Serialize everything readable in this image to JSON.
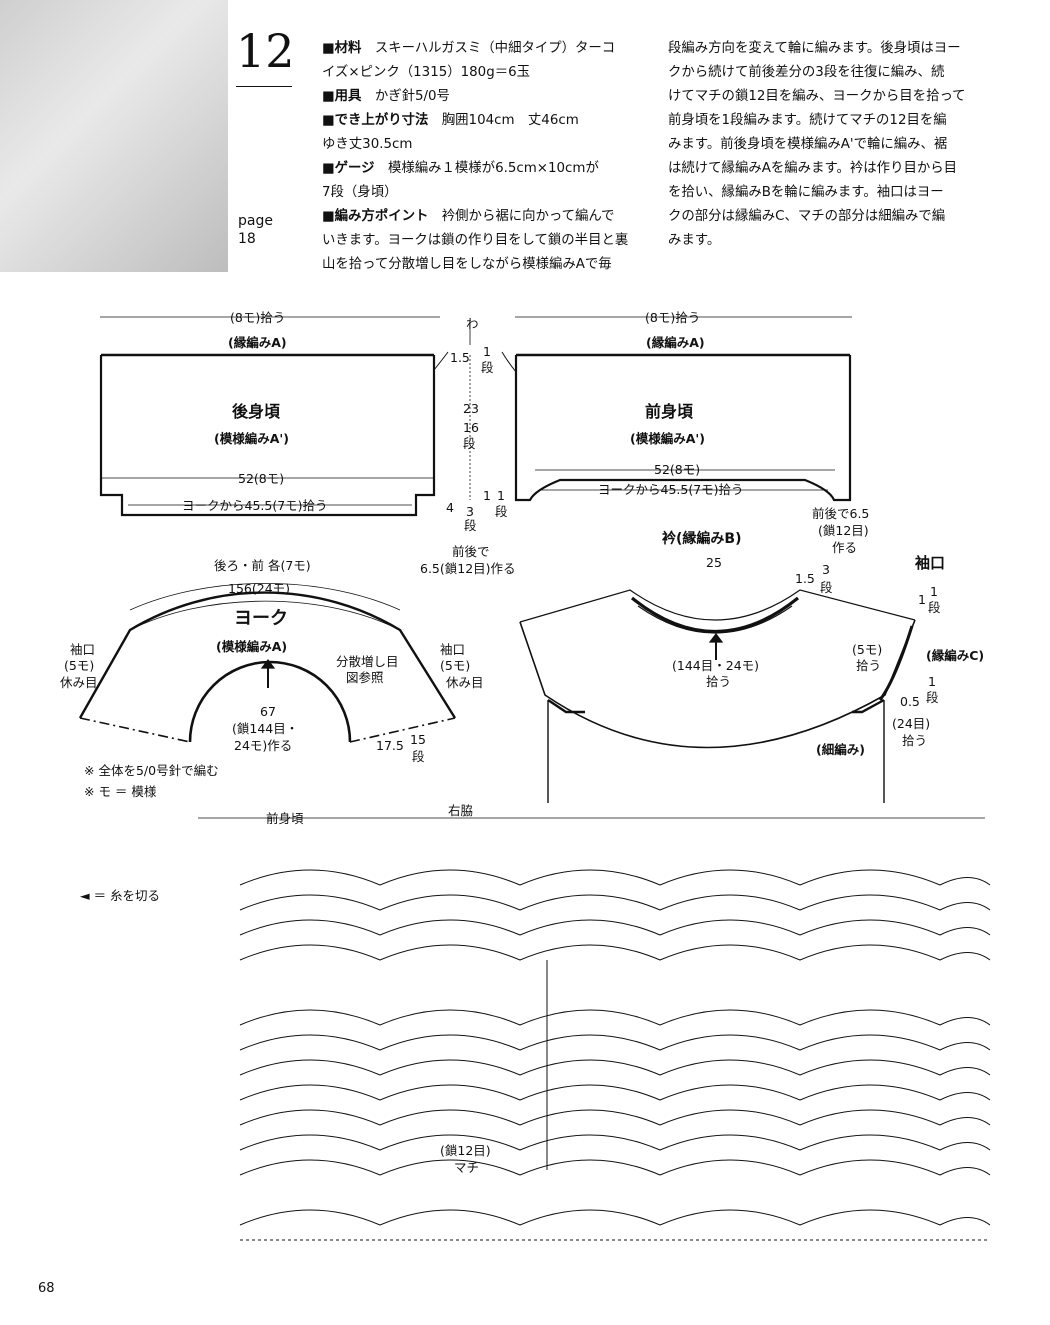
{
  "pattern": {
    "number": "12",
    "page_label": "page",
    "page_ref": "18",
    "lines_col1": [
      {
        "label": "■材料",
        "text": "スキーハルガスミ（中細タイプ）ターコ"
      },
      {
        "label": "",
        "text": "イズ×ピンク（1315）180g＝6玉"
      },
      {
        "label": "■用具",
        "text": "かぎ針5/0号"
      },
      {
        "label": "■でき上がり寸法",
        "text": "胸囲104cm　丈46cm"
      },
      {
        "label": "",
        "text": "ゆき丈30.5cm"
      },
      {
        "label": "■ゲージ",
        "text": "模様編み１模様が6.5cm×10cmが"
      },
      {
        "label": "",
        "text": "7段（身頃）"
      },
      {
        "label": "■編み方ポイント",
        "text": "衿側から裾に向かって編んで"
      },
      {
        "label": "",
        "text": "いきます。ヨークは鎖の作り目をして鎖の半目と裏"
      },
      {
        "label": "",
        "text": "山を拾って分散増し目をしながら模様編みAで毎"
      }
    ],
    "lines_col2": [
      "段編み方向を変えて輪に編みます。後身頃はヨー",
      "クから続けて前後差分の3段を往復に編み、続",
      "けてマチの鎖12目を編み、ヨークから目を拾って",
      "前身頃を1段編みます。続けてマチの12目を編",
      "みます。前後身頃を模様編みA'で輪に編み、裾",
      "は続けて縁編みAを編みます。衿は作り目から目",
      "を拾い、縁編みBを輪に編みます。袖口はヨー",
      "クの部分は縁編みC、マチの部分は細編みで編",
      "みます。"
    ]
  },
  "diagram": {
    "back_pick": "(8モ)拾う",
    "front_pick": "(8モ)拾う",
    "edge_a_back": "(縁編みA)",
    "edge_a_front": "(縁編みA)",
    "back_title": "後身頃",
    "back_sub": "(模様編みA')",
    "front_title": "前身頃",
    "front_sub": "(模様編みA')",
    "width_back": "52(8モ)",
    "width_front": "52(8モ)",
    "yoke_pick_back": "ヨークから45.5(7モ)拾う",
    "yoke_pick_front": "ヨークから45.5(7モ)拾う",
    "ring": "わ",
    "d1a": "1.5",
    "d1b": "1",
    "d1c": "段",
    "d2a": "23",
    "d2b": "16",
    "d2c": "段",
    "d3a": "1",
    "d3b": "1",
    "d3c": "段",
    "d4a": "4",
    "d4b": "3",
    "d4c": "段",
    "gusset1": "前後で",
    "gusset2": "6.5(鎖12目)作る",
    "gusset_r1": "前後で6.5",
    "gusset_r2": "(鎖12目)",
    "gusset_r3": "作る",
    "yoke_each": "後ろ・前 各(7モ)",
    "yoke_total": "156(24モ)",
    "yoke_title": "ヨーク",
    "yoke_sub": "(模様編みA)",
    "increase1": "分散増し目",
    "increase2": "図参照",
    "sleeve_l1": "袖口",
    "sleeve_l2": "(5モ)",
    "sleeve_l3": "休み目",
    "sleeve_r1": "袖口",
    "sleeve_r2": "(5モ)",
    "sleeve_r3": "休み目",
    "cast1": "67",
    "cast2": "(鎖144目・",
    "cast3": "24モ)作る",
    "yoke_depth": "17.5",
    "yoke_rows_a": "15",
    "yoke_rows_b": "段",
    "note1": "※ 全体を5/0号針で編む",
    "note2": "※ モ ＝ 模様",
    "collar_title": "衿(縁編みB)",
    "collar_width": "25",
    "collar_rows_a": "1.5",
    "collar_rows_b": "3",
    "collar_rows_c": "段",
    "collar_pick1": "(144目・24モ)",
    "collar_pick2": "拾う",
    "cuff_title": "袖口",
    "cuff_r1a": "1",
    "cuff_r1b": "1",
    "cuff_r1c": "段",
    "cuff_pick1": "(5モ)",
    "cuff_pick2": "拾う",
    "cuff_edge": "(縁編みC)",
    "cuff_r2a": "0.5",
    "cuff_r2b": "1",
    "cuff_r2c": "段",
    "cuff_pick3": "(24目)",
    "cuff_pick4": "拾う",
    "single_crochet": "(細編み)",
    "chart_front": "前身頃",
    "chart_side": "右脇",
    "cut_legend": "◄ ＝ 糸を切る",
    "gusset_chain1": "(鎖12目)",
    "gusset_chain2": "マチ"
  },
  "footer": {
    "page_number": "68"
  }
}
